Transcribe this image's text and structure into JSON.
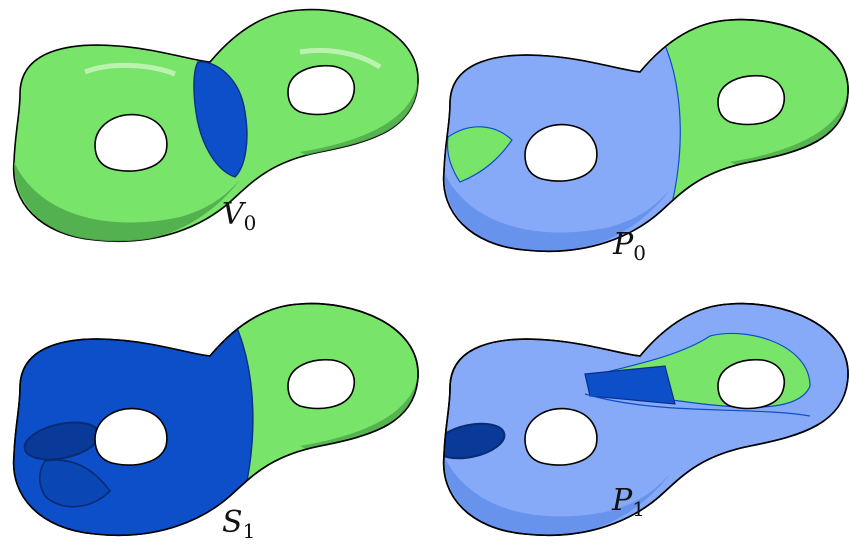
{
  "panels": [
    {
      "id": "V0",
      "label_main": "V",
      "label_sub": "0"
    },
    {
      "id": "P0",
      "label_main": "P",
      "label_sub": "0"
    },
    {
      "id": "S1",
      "label_main": "S",
      "label_sub": "1"
    },
    {
      "id": "P1",
      "label_main": "P",
      "label_sub": "1"
    }
  ],
  "colors": {
    "surface_green": "#79e46a",
    "surface_green_dark": "#4da84a",
    "highlight": "#d7f8cf",
    "region_dark_blue": "#0d4fc8",
    "region_light_blue": "#86aaf8",
    "outline": "#000000"
  }
}
